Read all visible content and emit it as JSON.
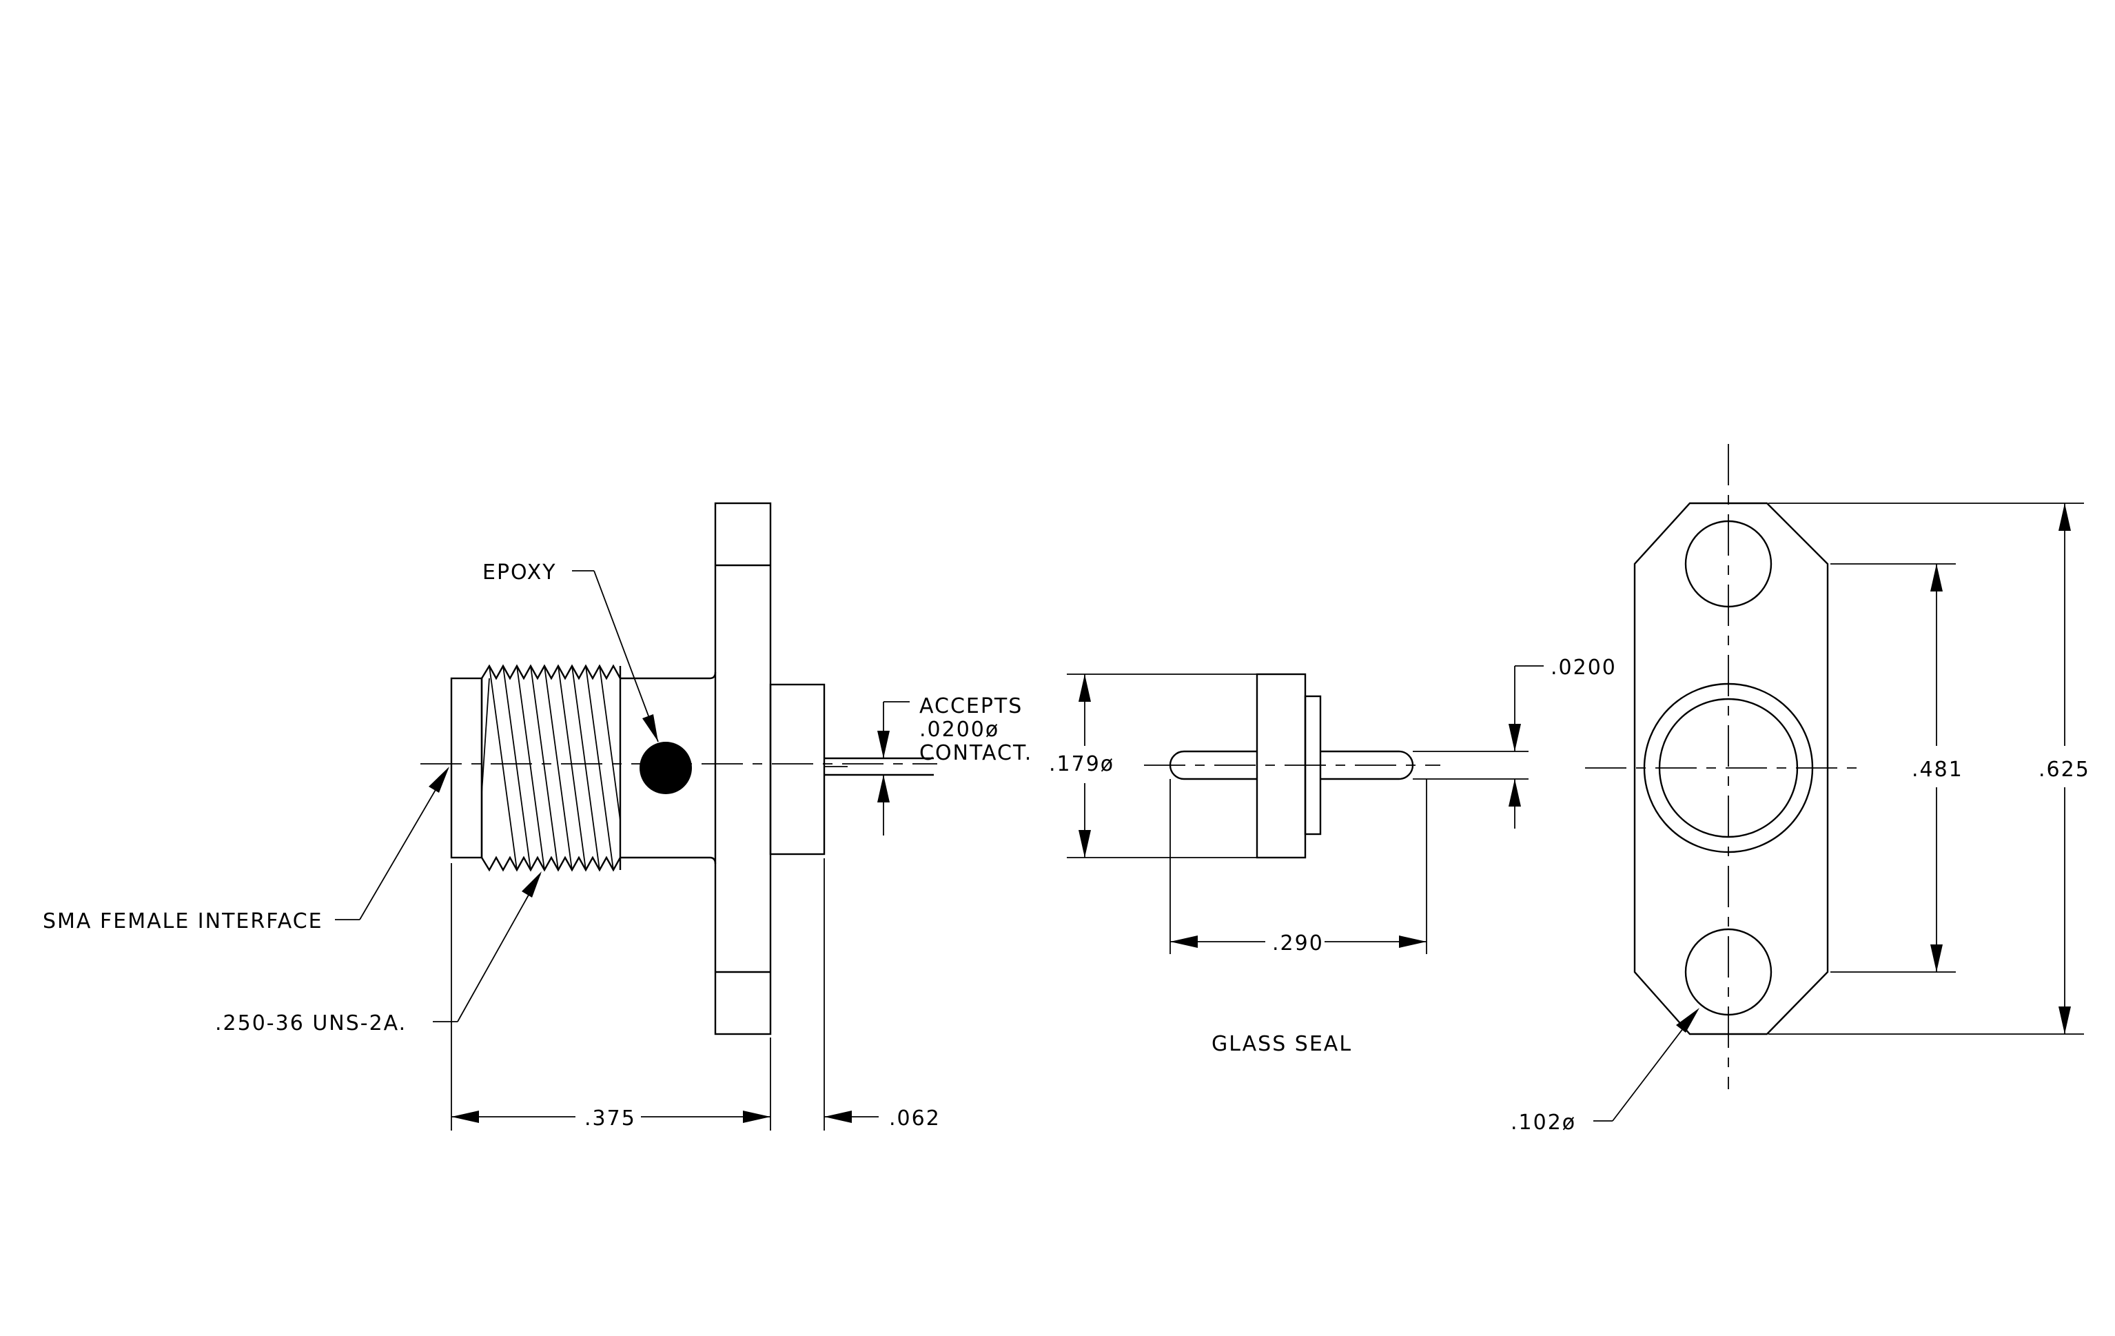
{
  "labels": {
    "epoxy": "EPOXY",
    "accepts_line1": "ACCEPTS",
    "accepts_line2": ".0200ø",
    "accepts_line3": "CONTACT.",
    "sma_interface": "SMA FEMALE INTERFACE",
    "thread_spec": ".250-36 UNS-2A.",
    "glass_seal": "GLASS SEAL"
  },
  "dimensions": {
    "body_length": ".375",
    "flange_thickness": ".062",
    "seal_diameter": ".179ø",
    "pin_length": ".290",
    "pin_diameter": ".0200",
    "hole_spacing": ".481",
    "flange_height": ".625",
    "hole_diameter": ".102ø"
  }
}
